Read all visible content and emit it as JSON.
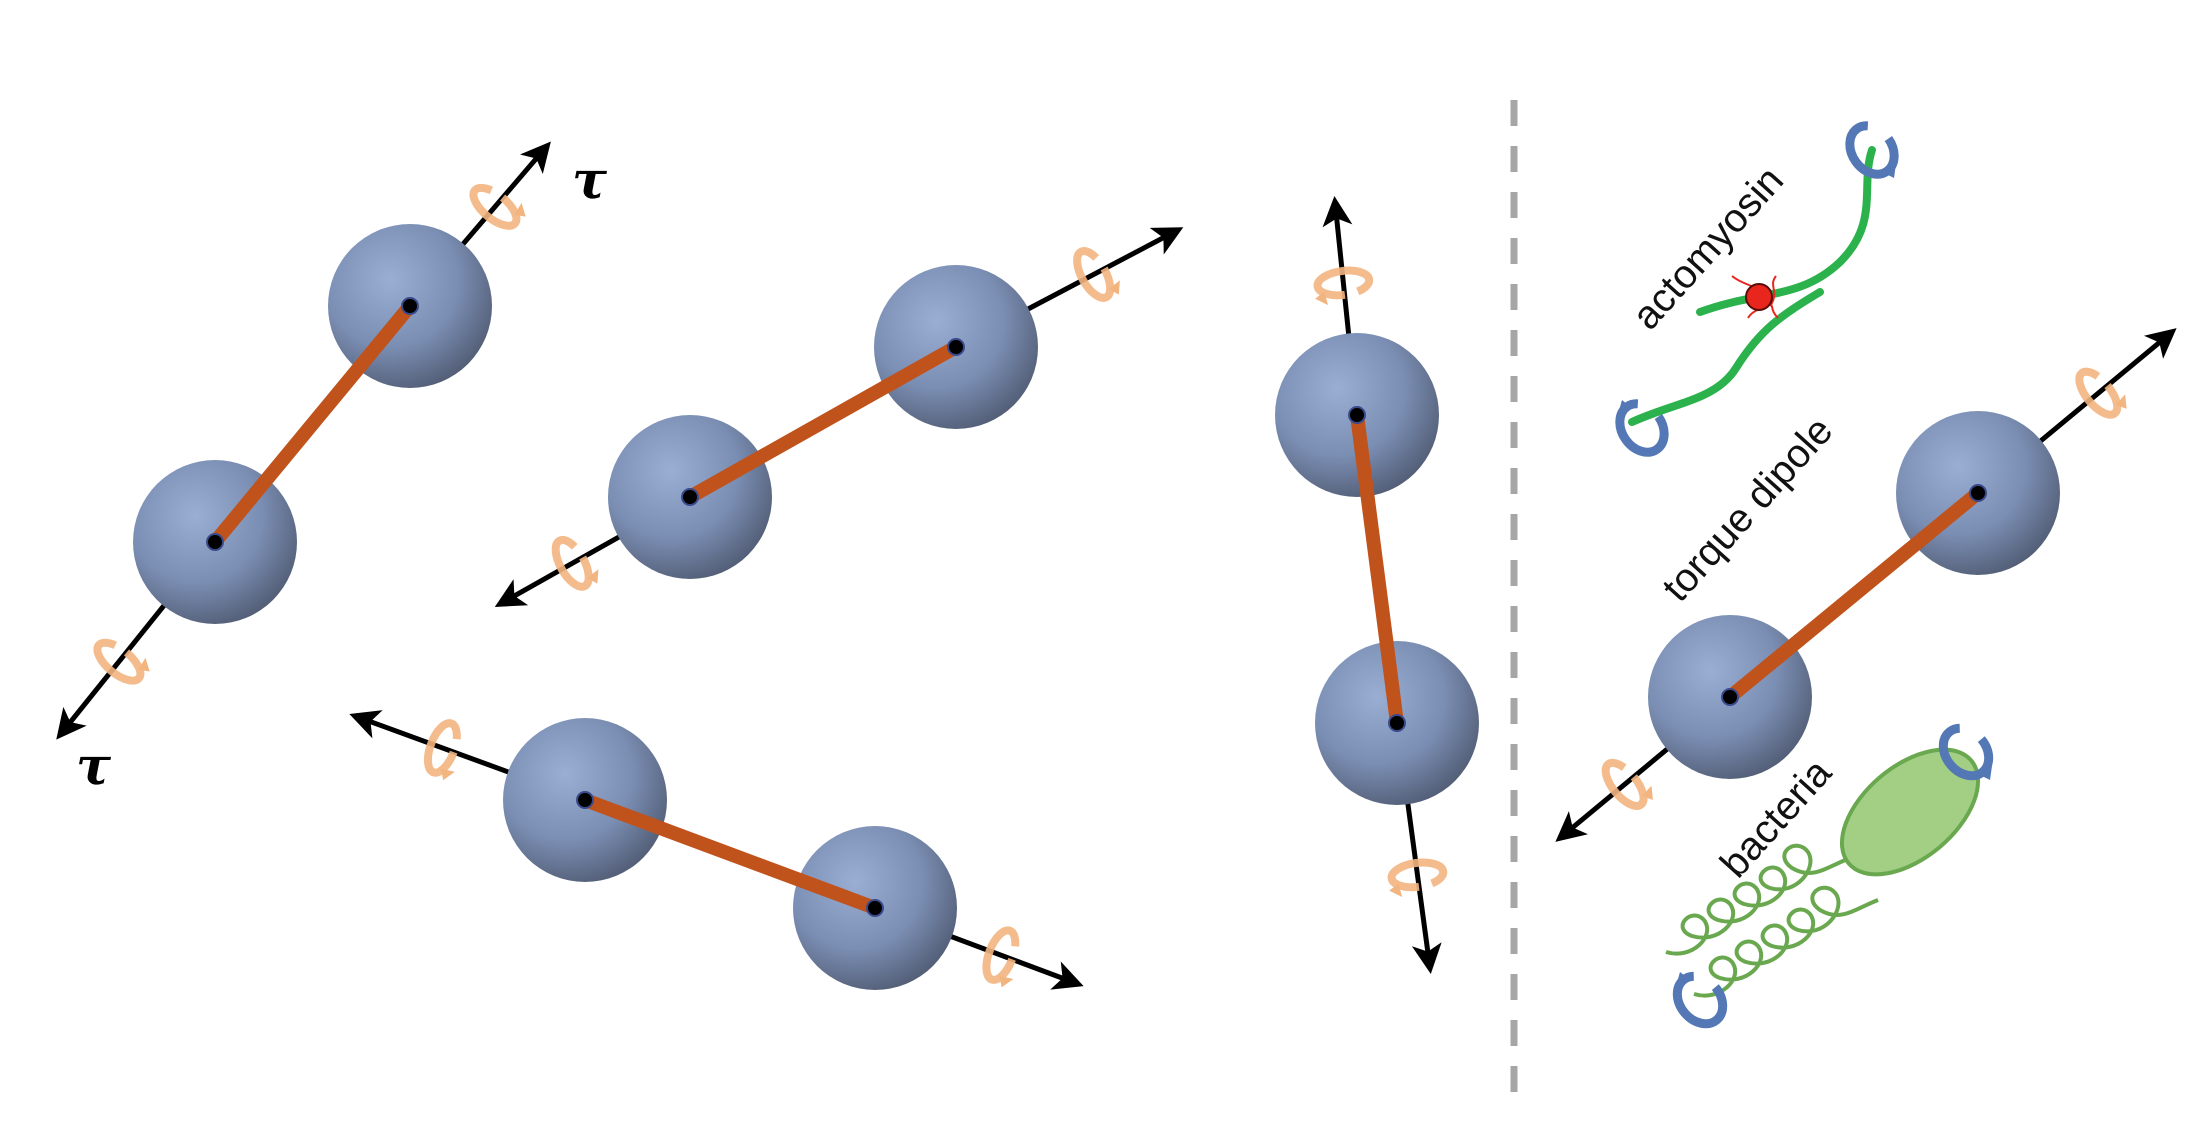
{
  "labels": {
    "tau_symbol": "τ",
    "actomyosin": "actomyosin",
    "torque_dipole": "torque dipole",
    "bacteria": "bacteria"
  },
  "colors": {
    "sphere": "#7f93b8",
    "sphere_dark": "#525d75",
    "rod": "#c0521c",
    "arrow": "#000000",
    "rotation_orange": "#f3b580",
    "rotation_blue": "#5478b5",
    "filament_green": "#2bb24c",
    "motor_red": "#e8261d",
    "bacteria_fill": "#a2cf84",
    "bacteria_stroke": "#6aa84f",
    "divider": "#a6a6a6"
  },
  "icons": {
    "rotation": "curved-rotation-arrow-icon",
    "motor": "myosin-motor-icon",
    "flagellum": "helical-flagellum-icon"
  }
}
